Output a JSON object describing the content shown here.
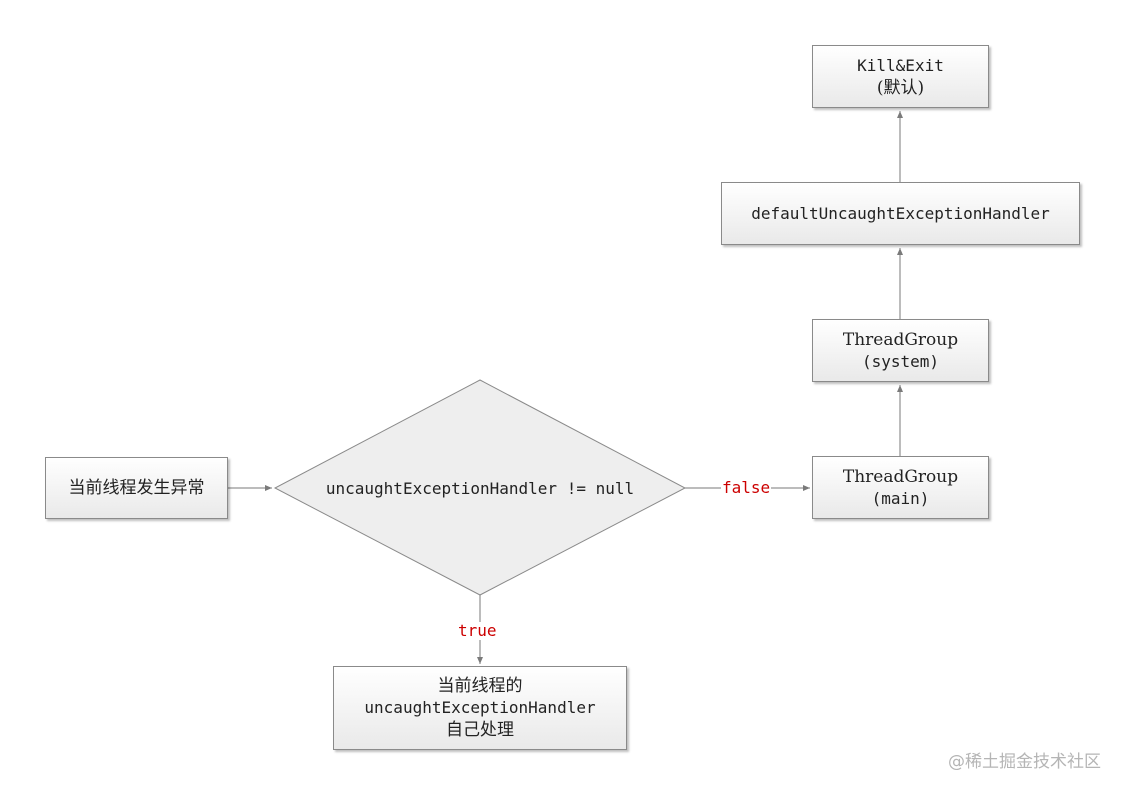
{
  "nodes": {
    "start": {
      "lines": [
        "当前线程发生异常"
      ]
    },
    "decision": {
      "text": "uncaughtExceptionHandler != null"
    },
    "own_handler": {
      "lines": [
        "当前线程的",
        "uncaughtExceptionHandler",
        "自己处理"
      ]
    },
    "threadgroup_main": {
      "lines": [
        "ThreadGroup",
        "(main)"
      ]
    },
    "threadgroup_system": {
      "lines": [
        "ThreadGroup",
        "(system)"
      ]
    },
    "default_handler": {
      "lines": [
        "defaultUncaughtExceptionHandler"
      ]
    },
    "kill_exit": {
      "lines": [
        "Kill&Exit",
        "(默认)"
      ]
    }
  },
  "edges": {
    "false_label": "false",
    "true_label": "true"
  },
  "colors": {
    "edge_label": "#cc0000",
    "connector": "#7a7a7a",
    "node_border": "#8a8a8a"
  },
  "watermark": "@稀土掘金技术社区"
}
